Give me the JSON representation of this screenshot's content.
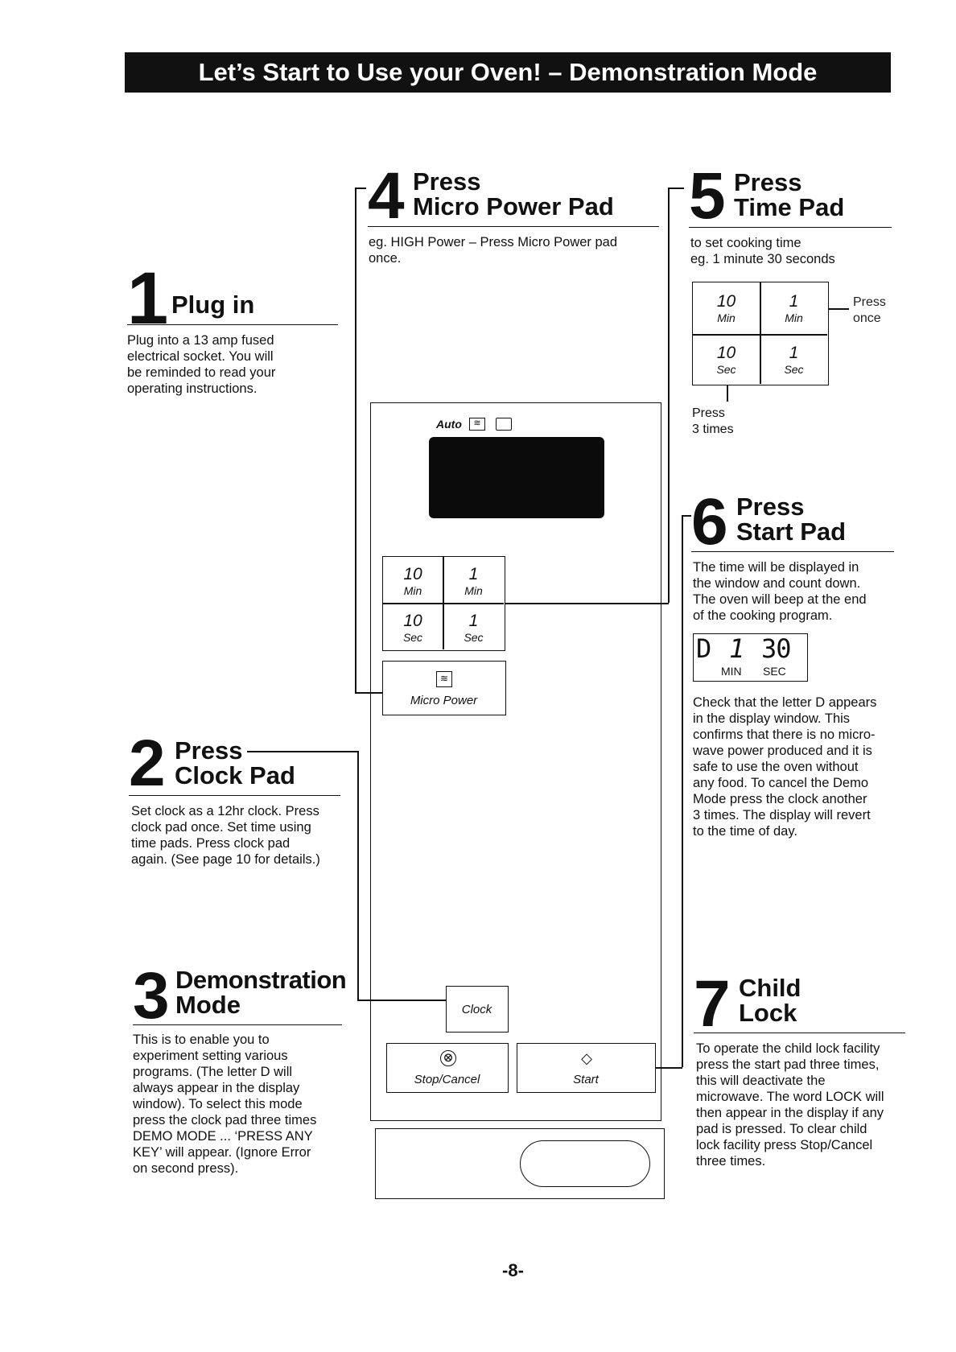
{
  "header": {
    "title": "Let’s Start to Use your Oven! – Demonstration Mode"
  },
  "steps": {
    "s1": {
      "num": "1",
      "title": "Plug in",
      "text": [
        "Plug into a 13 amp fused",
        "electrical socket. You will",
        "be reminded to read your",
        "operating instructions."
      ]
    },
    "s2": {
      "num": "2",
      "title1": "Press",
      "title2": "Clock Pad",
      "text": [
        "Set clock as a 12hr clock. Press",
        "clock pad once. Set time using",
        "time pads. Press clock pad",
        "again. (See page 10 for details.)"
      ]
    },
    "s3": {
      "num": "3",
      "title1": "Demonstration",
      "title2": "Mode",
      "text": [
        "This is to enable you to",
        "experiment setting various",
        "programs. (The letter D will",
        "always appear in the display",
        "window). To select this mode",
        "press the clock pad three times",
        "DEMO MODE ... ‘PRESS ANY",
        "KEY’ will appear. (Ignore Error",
        "on second press)."
      ]
    },
    "s4": {
      "num": "4",
      "title1": "Press",
      "title2": "Micro Power Pad",
      "text": [
        "eg. HIGH Power – Press Micro Power pad",
        "once."
      ]
    },
    "s5": {
      "num": "5",
      "title1": "Press",
      "title2": "Time Pad",
      "text": [
        "to set cooking time",
        "eg. 1 minute 30 seconds"
      ],
      "press_once": [
        "Press",
        "once"
      ],
      "press_three": [
        "Press",
        "3 times"
      ]
    },
    "s6": {
      "num": "6",
      "title1": "Press",
      "title2": "Start Pad",
      "text": [
        "The time will be displayed in",
        "the window and count down.",
        "The oven will beep at the end",
        "of the cooking program."
      ],
      "display": {
        "letter": "D",
        "min": "1",
        "sec": "30",
        "min_label": "MIN",
        "sec_label": "SEC"
      },
      "text2": [
        "Check that the letter D appears",
        "in the display window. This",
        "confirms that there is no micro-",
        "wave power produced and it is",
        "safe to use the oven without",
        "any food. To cancel the Demo",
        "Mode press the clock another",
        "3 times. The display will revert",
        "to the time of day."
      ]
    },
    "s7": {
      "num": "7",
      "title1": "Child",
      "title2": "Lock",
      "text": [
        "To operate the child lock facility",
        "press the start pad three times,",
        "this will deactivate the",
        "microwave. The word LOCK will",
        "then appear in the display if any",
        "pad is pressed. To clear child",
        "lock facility press Stop/Cancel",
        "three times."
      ]
    }
  },
  "pads": {
    "ten_min": {
      "num": "10",
      "unit": "Min"
    },
    "one_min": {
      "num": "1",
      "unit": "Min"
    },
    "ten_sec": {
      "num": "10",
      "unit": "Sec"
    },
    "one_sec": {
      "num": "1",
      "unit": "Sec"
    }
  },
  "panel": {
    "auto_label": "Auto",
    "micro_power": "Micro Power",
    "clock": "Clock",
    "stop_cancel": "Stop/Cancel",
    "start": "Start"
  },
  "footer": {
    "page": "-8-"
  }
}
